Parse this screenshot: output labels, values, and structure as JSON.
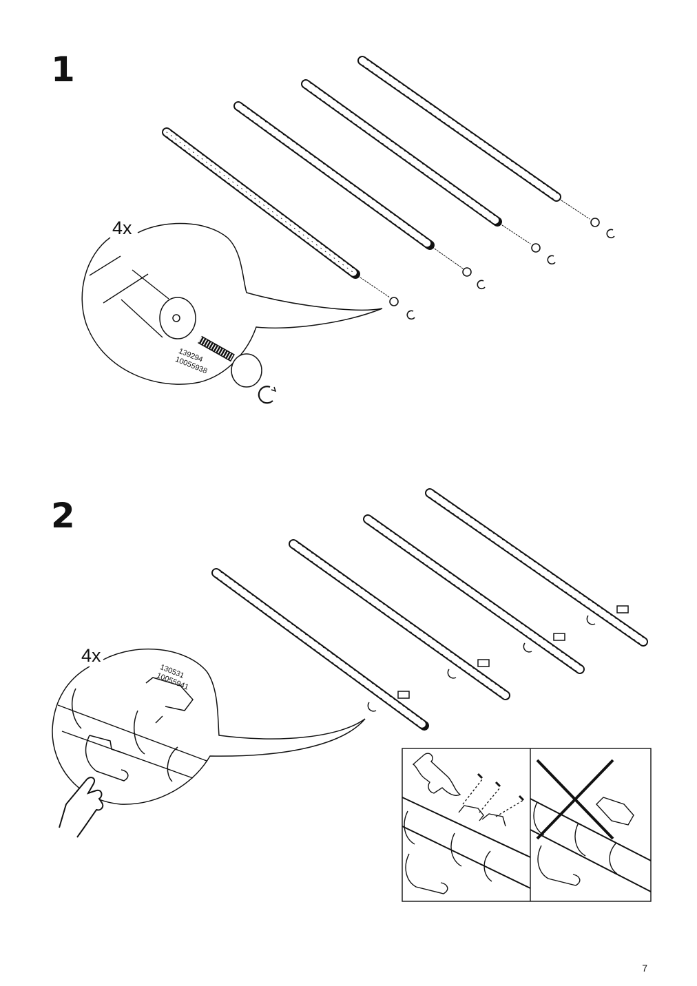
{
  "steps": [
    {
      "number": "1",
      "quantity": "4x",
      "part_numbers": [
        "139294",
        "10055938"
      ]
    },
    {
      "number": "2",
      "quantity": "4x",
      "part_numbers": [
        "130531",
        "10055941"
      ]
    }
  ],
  "page_number": "7",
  "icons": [
    "pole-icon",
    "screw-icon",
    "clip-icon",
    "rotate-arrow-icon",
    "pointing-hand-icon",
    "correct-panel-icon",
    "incorrect-cross-icon"
  ]
}
